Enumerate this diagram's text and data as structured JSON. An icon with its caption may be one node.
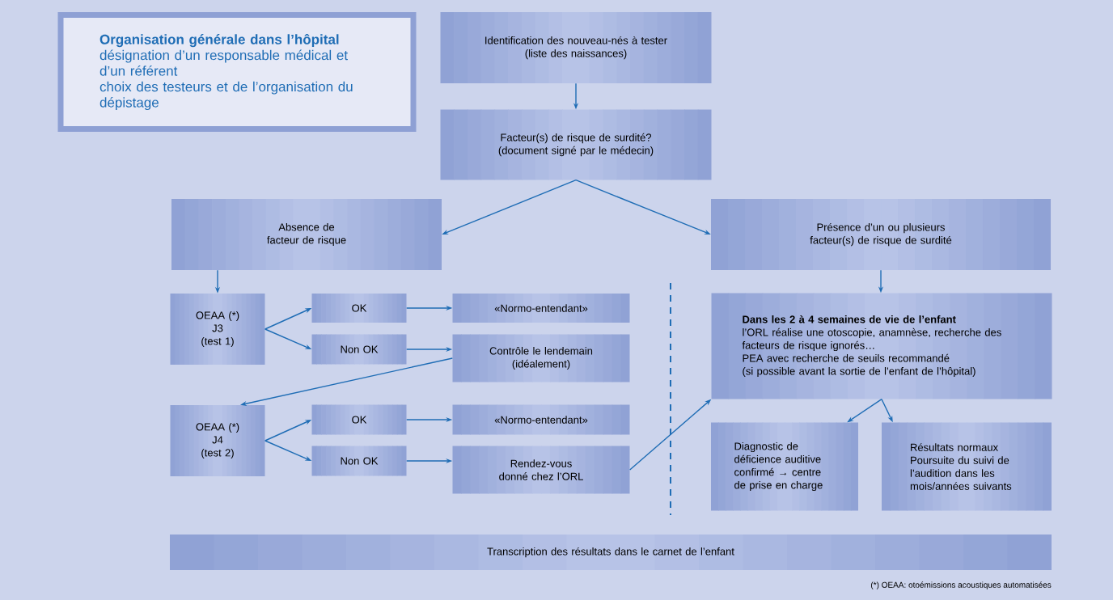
{
  "diagram": {
    "nodes": [
      {
        "text": [
          "Organisation générale dans l’hôpital",
          "désignation d’un responsable médical et d’un référent",
          "choix des testeurs et de l’organisation du dépistage"
        ]
      },
      {
        "text": [
          "Identification des nouveau-nés à tester",
          "(liste des naissances)"
        ]
      },
      {
        "text": [
          "Facteur(s) de risque de surdité?",
          "(document signé par le médecin)"
        ]
      },
      {
        "text": [
          "Absence de facteur de risque"
        ]
      },
      {
        "text": [
          "Présence d’un ou plusieurs facteur(s) de risque de surdité"
        ]
      },
      {
        "text": [
          "OEAA (*)",
          "J3",
          "(test 1)"
        ]
      },
      {
        "text": [
          "OK"
        ]
      },
      {
        "text": [
          "Non OK"
        ]
      },
      {
        "text": [
          "«Normo-entendant»"
        ]
      },
      {
        "text": [
          "Contrôle le lendemain",
          "(idéalement)"
        ]
      },
      {
        "text": [
          "OEAA (*)",
          "J4",
          "(test 2)"
        ]
      },
      {
        "text": [
          "OK"
        ]
      },
      {
        "text": [
          "Non OK"
        ]
      },
      {
        "text": [
          "«Normo-entendant»"
        ]
      },
      {
        "text": [
          "Rendez-vous donné chez l’ORL"
        ]
      },
      {
        "text": [
          "Dans les 2 à 4 semaines de vie de l’enfant",
          "l’ORL réalise une otoscopie, anamnèse, recherche des facteurs de risque ignorés…",
          "PEA avec recherche de seuils recommandé",
          "(si possible avant la sortie de l’enfant de l’hôpital)"
        ]
      },
      {
        "text": [
          "Diagnostic de déficience auditive confirmé → centre de prise en charge"
        ]
      },
      {
        "text": [
          "Résultats normaux",
          "Poursuite du suivi de l’audition dans les mois/années suivants"
        ]
      },
      {
        "text": [
          "Transcription des résultats dans le carnet de l’enfant"
        ]
      }
    ],
    "edges": [
      {
        "from": 1,
        "to": 2,
        "arrow": "to"
      },
      {
        "from": 2,
        "to": 3,
        "arrow": "to"
      },
      {
        "from": 2,
        "to": 4,
        "arrow": "to"
      },
      {
        "from": 3,
        "to": 5,
        "arrow": "to"
      },
      {
        "from": 5,
        "to": 6,
        "arrow": "to"
      },
      {
        "from": 5,
        "to": 7,
        "arrow": "to"
      },
      {
        "from": 6,
        "to": 8,
        "arrow": "to"
      },
      {
        "from": 7,
        "to": 9,
        "arrow": "to"
      },
      {
        "from": 9,
        "to": 10,
        "arrow": "to"
      },
      {
        "from": 10,
        "to": 11,
        "arrow": "to"
      },
      {
        "from": 10,
        "to": 12,
        "arrow": "to"
      },
      {
        "from": 11,
        "to": 13,
        "arrow": "to"
      },
      {
        "from": 12,
        "to": 14,
        "arrow": "to"
      },
      {
        "from": 14,
        "to": 15,
        "arrow": "to"
      },
      {
        "from": 4,
        "to": 15,
        "arrow": "to"
      },
      {
        "from": 15,
        "to": 16,
        "arrow": "to"
      },
      {
        "from": 15,
        "to": 17,
        "arrow": "to"
      }
    ],
    "labels": [
      "(*) OEAA: otoémissions acoustiques automatisées"
    ]
  }
}
